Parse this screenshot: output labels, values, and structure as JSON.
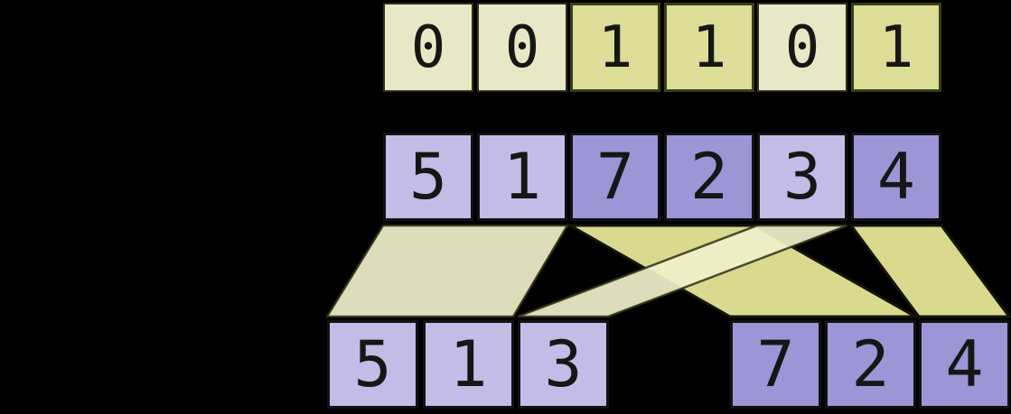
{
  "colors": {
    "background": "#000000",
    "flag-zero-fill": "#e8e8c6",
    "flag-one-fill": "#dcdd97",
    "value-zero-fill": "#c3bce6",
    "value-one-fill": "#9c95d6",
    "ribbon-zero-fill": "#eeeeca",
    "ribbon-one-fill": "#d9da8e",
    "digit-color": "#161616"
  },
  "flags_row": {
    "cells": [
      "0",
      "0",
      "1",
      "1",
      "0",
      "1"
    ]
  },
  "values_row": {
    "cells": [
      "5",
      "1",
      "7",
      "2",
      "3",
      "4"
    ]
  },
  "partition_zeros_row": {
    "cells": [
      "5",
      "1",
      "3"
    ]
  },
  "partition_ones_row": {
    "cells": [
      "7",
      "2",
      "4"
    ]
  }
}
